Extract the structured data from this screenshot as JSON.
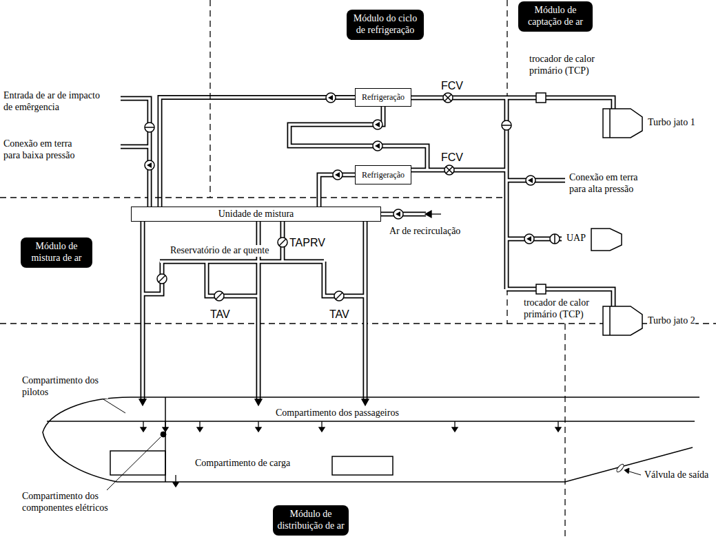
{
  "diagram": {
    "nodes": [
      {
        "text": [
          "Módulo do ciclo de refrigeração"
        ]
      },
      {
        "text": [
          "Módulo de captação de ar"
        ]
      },
      {
        "text": [
          "Refrigeração"
        ]
      },
      {
        "text": [
          "Refrigeração"
        ]
      },
      {
        "text": [
          "Unidade de mistura"
        ]
      },
      {
        "text": [
          "Módulo de mistura de ar"
        ]
      },
      {
        "text": [
          "Módulo de distribuição de ar"
        ]
      }
    ],
    "edges": [
      {
        "from": 2,
        "to": 4,
        "arrow": "none"
      },
      {
        "from": 3,
        "to": 4,
        "arrow": "none"
      }
    ],
    "labels": [
      "Entrada de ar de impacto de emêrgencia",
      "Conexão em terra para baixa pressão",
      "FCV",
      "FCV",
      "trocador de calor primário (TCP)",
      "Turbo jato 1",
      "Conexão em terra para alta pressão",
      "UAP",
      "trocador de calor primário (TCP)",
      "Turbo jato 2",
      "Ar de recirculação",
      "TAPRV",
      "Reservatório de ar quente",
      "TAV",
      "TAV",
      "Compartimento dos pilotos",
      "Compartimento dos passageiros",
      "Compartimento de carga",
      "Compartimento dos componentes elétricos",
      "Válvula de saída"
    ]
  }
}
